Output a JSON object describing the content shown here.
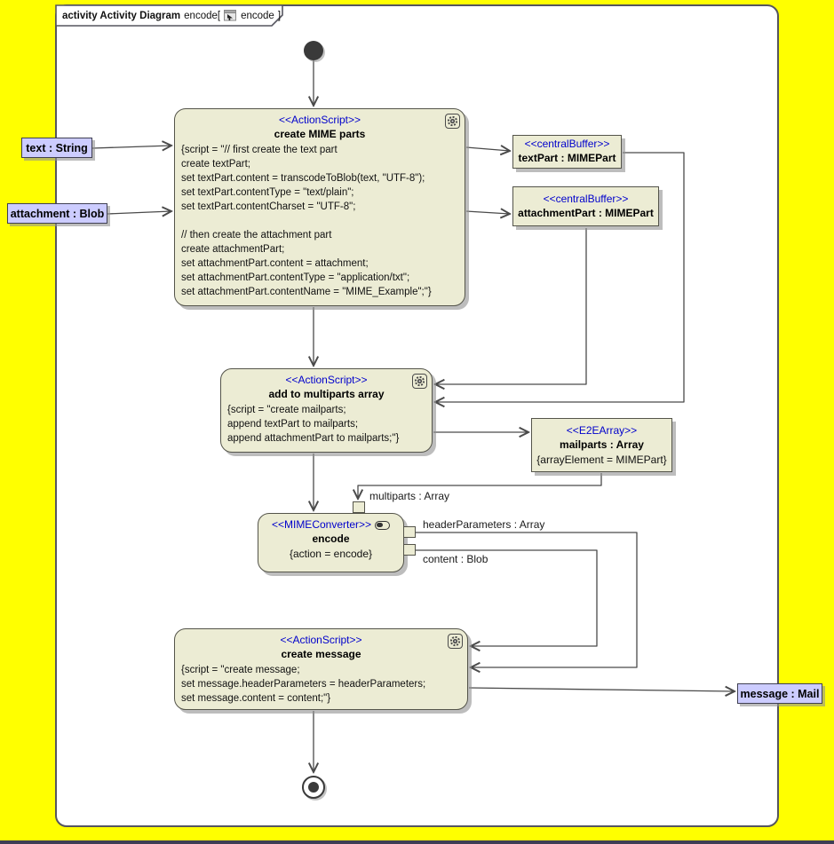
{
  "frame": {
    "keyword": "activity Activity Diagram",
    "name_part": "encode[",
    "ref": "encode",
    "close_bracket": "]"
  },
  "nodes": {
    "create_mime_parts": {
      "stereotype": "<<ActionScript>>",
      "name": "create MIME parts",
      "script": [
        "{script = \"// first create the text part",
        "create textPart;",
        "set textPart.content = transcodeToBlob(text, \"UTF-8\");",
        "set textPart.contentType = \"text/plain\";",
        "set textPart.contentCharset = \"UTF-8\";",
        "",
        "// then create the attachment part",
        "create attachmentPart;",
        "set attachmentPart.content = attachment;",
        "set attachmentPart.contentType = \"application/txt\";",
        "set attachmentPart.contentName = \"MIME_Example\";\"}"
      ]
    },
    "add_to_multiparts": {
      "stereotype": "<<ActionScript>>",
      "name": "add to multiparts array",
      "script": [
        "{script = \"create mailparts;",
        "append textPart to mailparts;",
        "append attachmentPart to mailparts;\"}"
      ]
    },
    "encode": {
      "stereotype": "<<MIMEConverter>>",
      "name": "encode",
      "constraint": "{action = encode}"
    },
    "create_message": {
      "stereotype": "<<ActionScript>>",
      "name": "create message",
      "script": [
        "{script = \"create message;",
        "set message.headerParameters = headerParameters;",
        "set message.content = content;\"}"
      ]
    },
    "text_part_buffer": {
      "stereotype": "<<centralBuffer>>",
      "name": "textPart : MIMEPart"
    },
    "attachment_part_buffer": {
      "stereotype": "<<centralBuffer>>",
      "name": "attachmentPart : MIMEPart"
    },
    "mailparts_array": {
      "stereotype": "<<E2EArray>>",
      "name": "mailparts : Array",
      "constraint": "{arrayElement = MIMEPart}"
    }
  },
  "object_nodes": {
    "text_string": "text : String",
    "attachment_blob": "attachment : Blob",
    "message_mail": "message : Mail"
  },
  "pin_labels": {
    "multiparts": "multiparts : Array",
    "header_parameters": "headerParameters : Array",
    "content": "content : Blob"
  },
  "colors": {
    "background": "#FFFF00",
    "frame_fill": "#FFFFFF",
    "node_fill": "#ECECD4",
    "object_node_fill": "#CCCCFF",
    "stereotype_text": "#0000CC",
    "edge": "#4A4A4A"
  }
}
